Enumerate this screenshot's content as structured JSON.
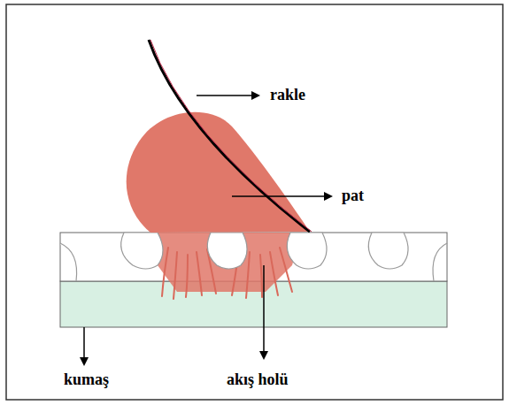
{
  "diagram": {
    "labels": [
      "rakle",
      "pat",
      "kumaş",
      "akış holü"
    ]
  }
}
